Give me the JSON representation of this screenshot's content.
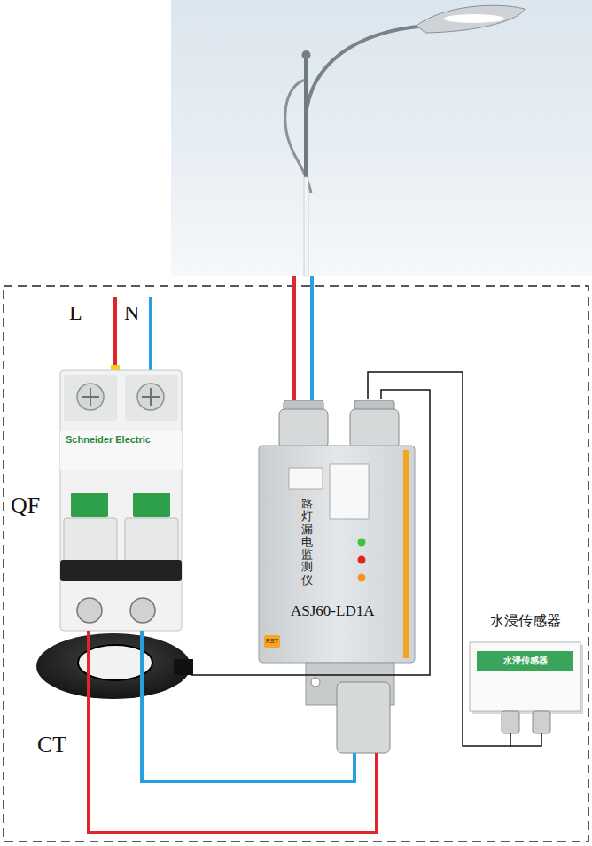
{
  "diagram": {
    "nodes": [
      {
        "text": [
          "QF",
          "Schneider Electric"
        ]
      },
      {
        "text": [
          "CT"
        ]
      },
      {
        "text": [
          "路灯漏电监测仪",
          "ASJ60-LD1A"
        ]
      },
      {
        "text": [
          "水浸传感器",
          "水浸传感器"
        ]
      }
    ],
    "edges": [
      {
        "from": 0,
        "to": 1,
        "arrow": "none"
      },
      {
        "from": 0,
        "to": 1,
        "arrow": "none"
      },
      {
        "from": 1,
        "to": 2,
        "arrow": "none"
      },
      {
        "from": 1,
        "to": 2,
        "arrow": "none"
      },
      {
        "from": 1,
        "to": 2,
        "arrow": "none"
      },
      {
        "from": 2,
        "to": 3,
        "arrow": "none"
      }
    ],
    "labels": [
      "L",
      "N",
      "RST"
    ]
  }
}
